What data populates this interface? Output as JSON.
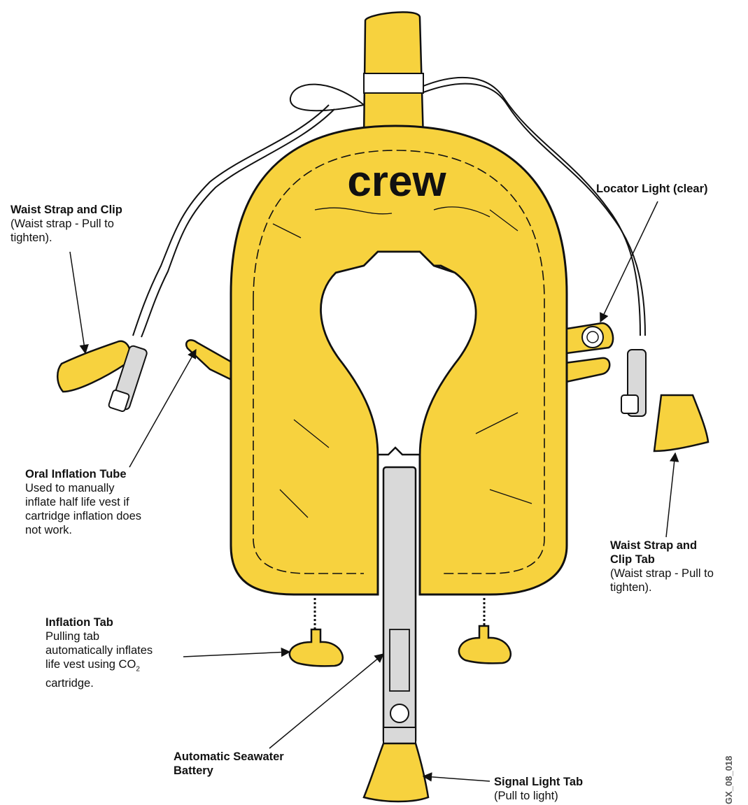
{
  "colors": {
    "vest_fill": "#F7D23E",
    "outline": "#111111",
    "hardware": "#D9D9D9",
    "background": "#FFFFFF"
  },
  "vest": {
    "text": "crew"
  },
  "labels": {
    "waist_left": {
      "title": "Waist Strap and Clip",
      "desc": "(Waist strap - Pull to\ntighten)."
    },
    "locator": {
      "title": "Locator Light (clear)"
    },
    "oral": {
      "title": "Oral Inflation Tube",
      "desc": "Used to manually\ninflate half life vest if\ncartridge inflation does\nnot work."
    },
    "waist_right": {
      "title": "Waist Strap and\nClip Tab",
      "desc": "(Waist strap - Pull to\ntighten)."
    },
    "inflation": {
      "title": "Inflation Tab",
      "desc_pre": "Pulling tab\nautomatically inflates\nlife vest using CO",
      "sub": "2",
      "desc_post": "cartridge."
    },
    "battery": {
      "title": "Automatic Seawater\nBattery"
    },
    "signal": {
      "title": "Signal Light Tab",
      "desc": "(Pull to light)"
    }
  },
  "figure_id": "GX_08_018"
}
